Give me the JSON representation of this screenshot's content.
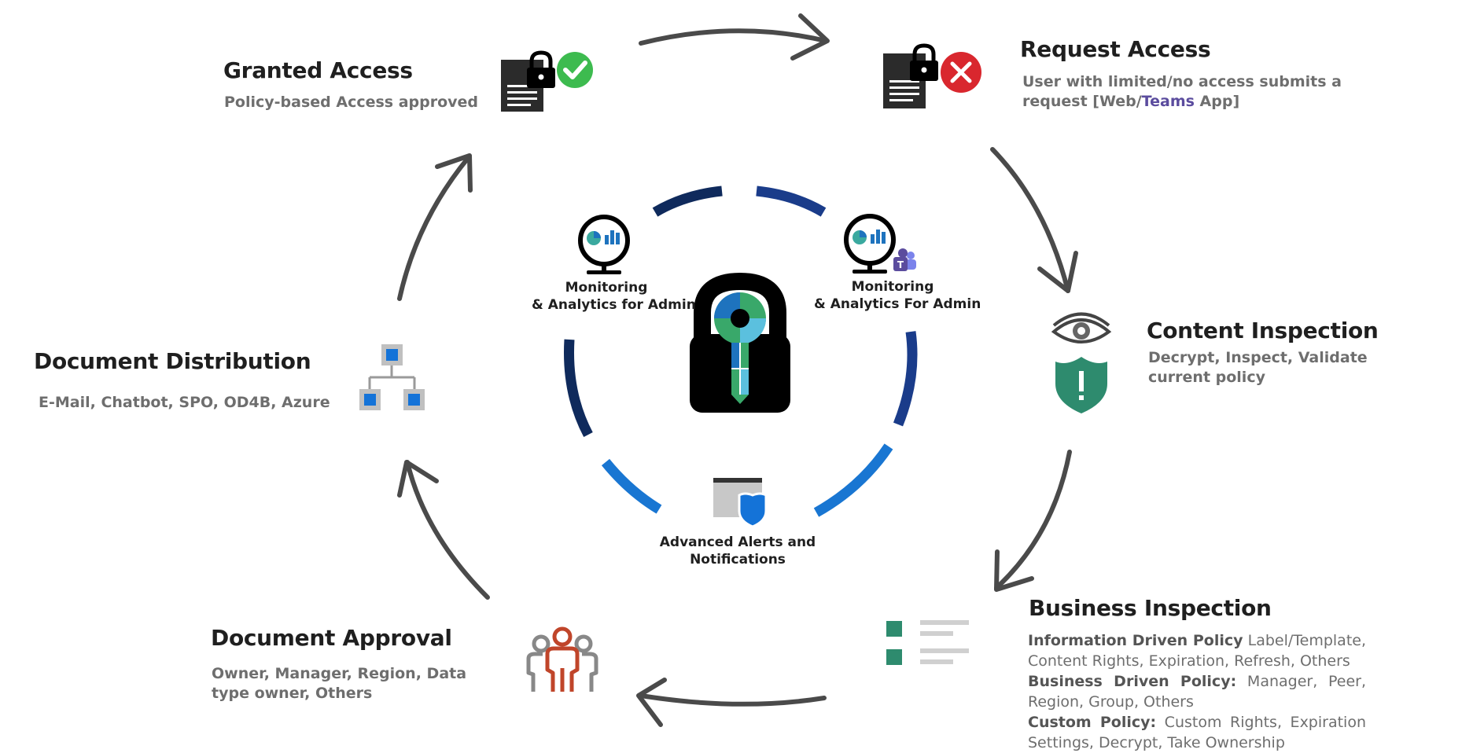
{
  "colors": {
    "arrow": "#4a4a4a",
    "ring_dark": "#0f2a5c",
    "ring_mid": "#1a3c8a",
    "ring_light": "#1976d2",
    "green_check": "#3dbb4f",
    "red_x": "#d9272e",
    "shield_green": "#2e8b6e",
    "approval_red": "#c0452a",
    "teams_purple": "#5b4c9e",
    "network_blue": "#1473d8"
  },
  "stages": {
    "granted_access": {
      "title": "Granted Access",
      "desc": "Policy-based Access approved",
      "icon": "document-lock-check-icon"
    },
    "request_access": {
      "title": "Request Access",
      "desc_prefix": "User with limited/no access submits a request [Web/",
      "desc_teams": "Teams",
      "desc_suffix": " App]",
      "icon": "document-lock-denied-icon"
    },
    "content_inspection": {
      "title": "Content Inspection",
      "desc": "Decrypt,  Inspect,  Validate current policy",
      "icon": "eye-shield-icon"
    },
    "business_inspection": {
      "title": "Business Inspection",
      "info_label": "Information Driven Policy",
      "info_text": " Label/Template, Content Rights, Expiration, Refresh, Others",
      "business_label": "Business  Driven  Policy:",
      "business_text": "  Manager,  Peer, Region, Group, Others",
      "custom_label": "Custom  Policy:",
      "custom_text": " Custom  Rights,  Expiration Settings, Decrypt, Take Ownership",
      "icon": "checklist-icon"
    },
    "document_approval": {
      "title": "Document Approval",
      "desc": "Owner, Manager, Region, Data type owner, Others",
      "icon": "people-group-icon"
    },
    "document_distribution": {
      "title": "Document Distribution",
      "desc": "E-Mail, Chatbot, SPO, OD4B, Azure",
      "icon": "network-hierarchy-icon"
    }
  },
  "center": {
    "monitoring_left": {
      "line1": "Monitoring",
      "line2": "& Analytics for Admin",
      "icon": "monitor-analytics-icon"
    },
    "monitoring_right": {
      "line1": "Monitoring",
      "line2": "& Analytics For Admin",
      "icon": "monitor-teams-analytics-icon"
    },
    "alerts": {
      "line1": "Advanced Alerts and",
      "line2": "Notifications",
      "icon": "shield-window-icon"
    },
    "lock_icon": "padlock-puzzle-key-icon"
  }
}
